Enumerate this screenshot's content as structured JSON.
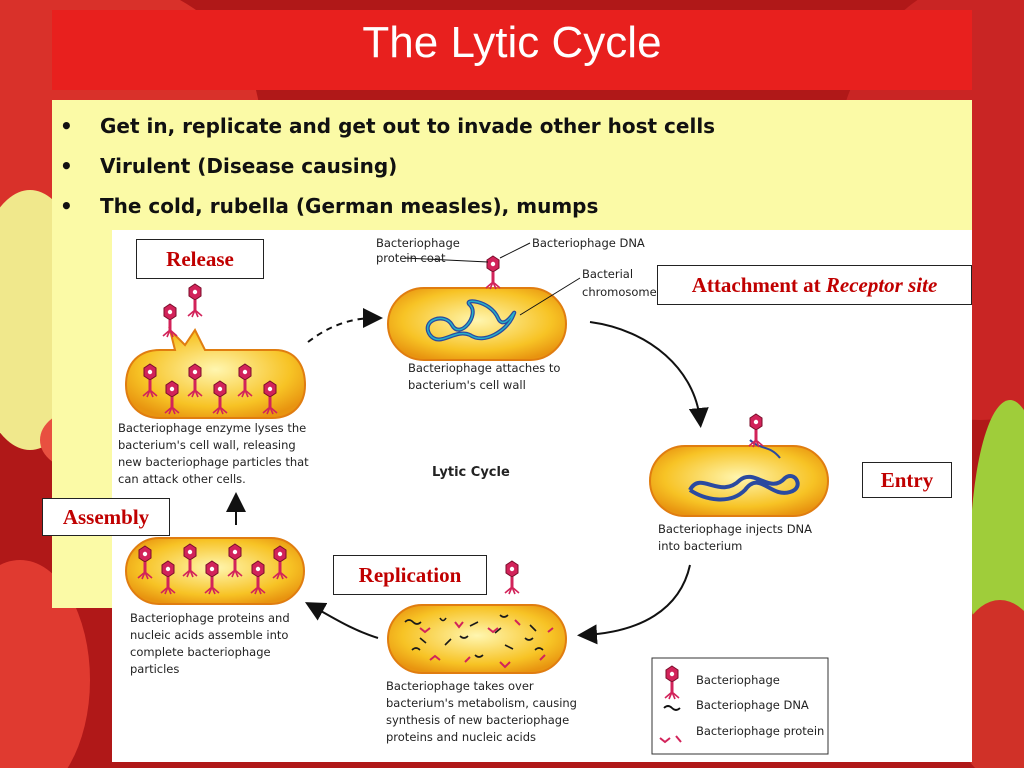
{
  "slide": {
    "title": "The Lytic Cycle",
    "bullets": [
      "Get in, replicate and get out to invade other host cells",
      "Virulent (Disease causing)",
      "The cold, rubella (German measles), mumps"
    ],
    "bullet_symbol": "•"
  },
  "colors": {
    "title_bar": "#e8201e",
    "content_bg": "#fbfaa6",
    "label_red": "#c00000",
    "bacterium_fill": "#f7c325",
    "phage_magenta": "#d2235a"
  },
  "diagram": {
    "center_label": "Lytic Cycle",
    "stage_labels": {
      "release": "Release",
      "attachment_prefix": "Attachment at ",
      "attachment_italic": "Receptor site",
      "entry": "Entry",
      "replication": "Replication",
      "assembly": "Assembly"
    },
    "callouts": {
      "protein_coat": [
        "Bacteriophage",
        "protein coat"
      ],
      "dna": "Bacteriophage DNA",
      "chromosome": [
        "Bacterial",
        "chromosome"
      ]
    },
    "captions": {
      "attach": [
        "Bacteriophage attaches to",
        "bacterium's cell wall"
      ],
      "inject": [
        "Bacteriophage injects DNA",
        "into bacterium"
      ],
      "takeover": [
        "Bacteriophage takes over",
        "bacterium's metabolism, causing",
        "synthesis of new bacteriophage",
        "proteins and nucleic acids"
      ],
      "assemble": [
        "Bacteriophage proteins and",
        "nucleic acids assemble into",
        "complete bacteriophage",
        "particles"
      ],
      "lyse": [
        "Bacteriophage enzyme lyses the",
        "bacterium's cell wall, releasing",
        "new bacteriophage particles that",
        "can attack other cells."
      ]
    },
    "legend": [
      "Bacteriophage",
      "Bacteriophage DNA",
      "Bacteriophage protein"
    ]
  }
}
